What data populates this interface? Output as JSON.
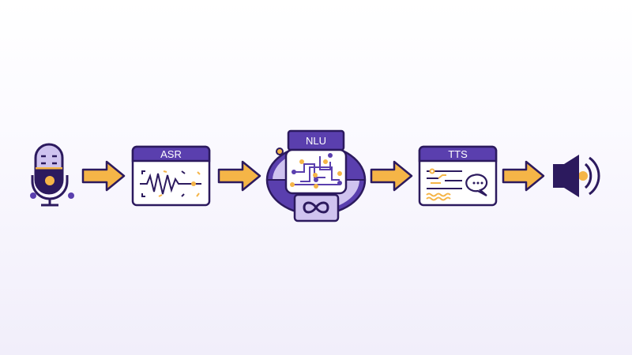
{
  "stages": {
    "asr": {
      "label": "ASR"
    },
    "nlu": {
      "label": "NLU"
    },
    "tts": {
      "label": "TTS"
    }
  },
  "icons": [
    "microphone-icon",
    "arrow-right-icon",
    "waveform-icon",
    "neural-circuit-icon",
    "infinity-icon",
    "speech-bubble-icon",
    "speaker-icon"
  ],
  "colors": {
    "dark": "#2c1a5e",
    "primary": "#5a3fae",
    "light": "#cfc3ef",
    "accent": "#f5b547",
    "background": "#f1eefa"
  }
}
